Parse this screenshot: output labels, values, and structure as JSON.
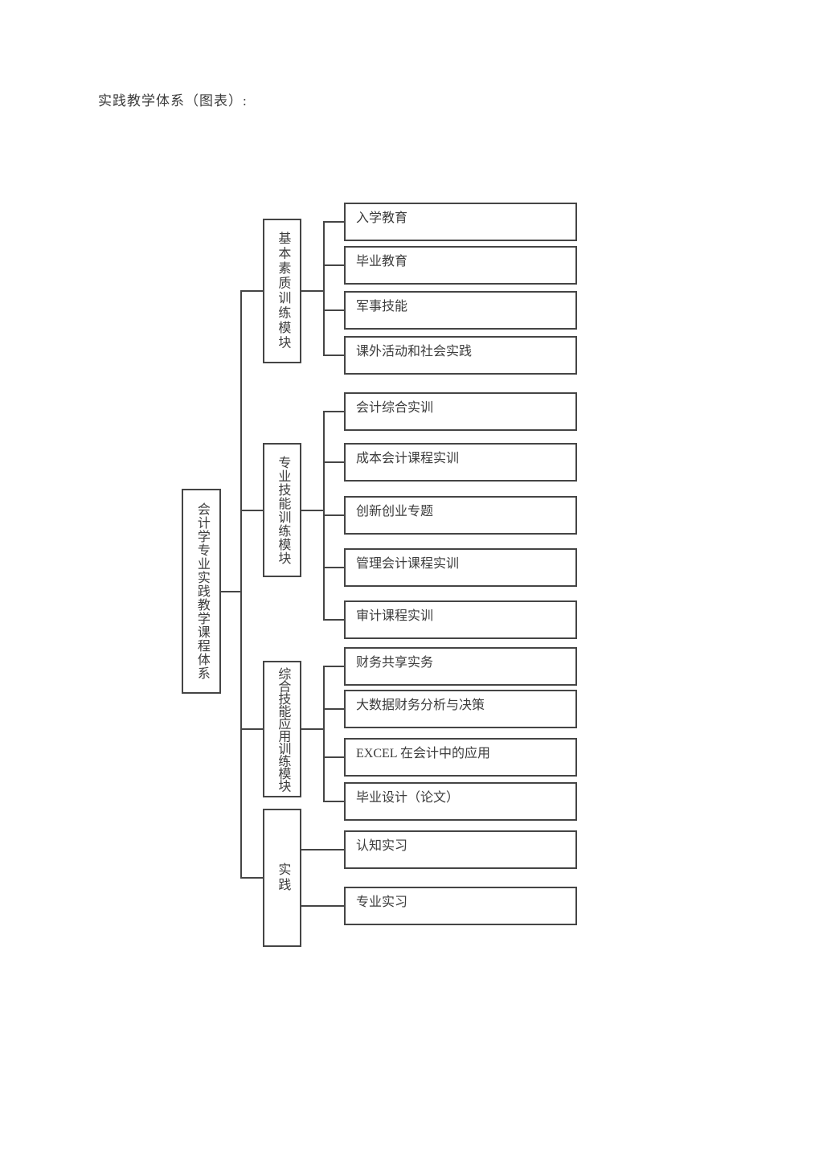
{
  "page": {
    "title": "实践教学体系（图表）:"
  },
  "diagram": {
    "type": "tree",
    "orientation": "left-to-right",
    "root": {
      "label": "会计学专业实践教学课程体系"
    },
    "modules": [
      {
        "label": "基本素质训练模块",
        "leaves": [
          "入学教育",
          "毕业教育",
          "军事技能",
          "课外活动和社会实践"
        ]
      },
      {
        "label": "专业技能训练模块",
        "leaves": [
          "会计综合实训",
          "成本会计课程实训",
          "创新创业专题",
          "管理会计课程实训",
          "审计课程实训"
        ]
      },
      {
        "label": "综合技能应用训练模块",
        "leaves": [
          "财务共享实务",
          "大数据财务分析与决策",
          "EXCEL 在会计中的应用",
          "毕业设计（论文）"
        ]
      },
      {
        "label": "实践",
        "leaves": [
          "认知实习",
          "专业实习"
        ]
      }
    ],
    "colors": {
      "line": "#454545",
      "text": "#3c3c3c",
      "background": "#ffffff"
    }
  }
}
